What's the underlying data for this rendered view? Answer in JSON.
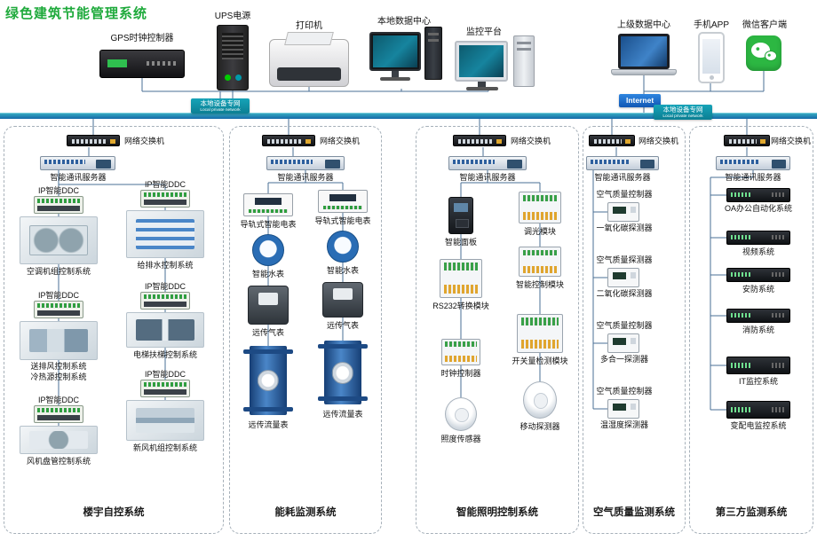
{
  "title": "绿色建筑节能管理系统",
  "top_devices": [
    {
      "label": "GPS时钟控制器"
    },
    {
      "label": "UPS电源"
    },
    {
      "label": "打印机"
    },
    {
      "label": "本地数据中心"
    },
    {
      "label": "监控平台"
    },
    {
      "label": "上级数据中心"
    },
    {
      "label": "手机APP"
    },
    {
      "label": "微信客户端"
    }
  ],
  "network": {
    "local_badge": {
      "cn": "本地设备专网",
      "en": "Local private network"
    },
    "internet_label": "Internet"
  },
  "shared": {
    "switch_label": "网络交换机",
    "server_label": "智能通讯服务器",
    "ddc_label": "IP智能DDC"
  },
  "columns": [
    {
      "footer": "楼宇自控系统",
      "left_groups": [
        {
          "labels": [
            "空调机组控制系统"
          ]
        },
        {
          "labels": [
            "送排风控制系统",
            "冷热源控制系统"
          ]
        },
        {
          "labels": [
            "风机盘管控制系统"
          ]
        }
      ],
      "right_groups": [
        {
          "labels": [
            "给排水控制系统"
          ]
        },
        {
          "labels": [
            "电梯扶梯控制系统"
          ]
        },
        {
          "labels": [
            "新风机组控制系统"
          ]
        }
      ]
    },
    {
      "footer": "能耗监测系统",
      "left_items": [
        "导轨式智能电表",
        "智能水表",
        "远传气表",
        "远传流量表"
      ],
      "right_items": [
        "导轨式智能电表",
        "智能水表",
        "远传气表",
        "远传流量表"
      ]
    },
    {
      "footer": "智能照明控制系统",
      "left_items": [
        "智能面板",
        "RS232转换模块",
        "时钟控制器",
        "照度传感器"
      ],
      "right_items": [
        "调光模块",
        "智能控制模块",
        "开关量检测模块",
        "移动探测器"
      ]
    },
    {
      "footer": "空气质量监测系统",
      "groups": [
        {
          "top": "空气质量控制器",
          "bottom": "一氧化碳探测器"
        },
        {
          "top": "空气质量探测器",
          "bottom": "二氧化碳探测器"
        },
        {
          "top": "空气质量控制器",
          "bottom": "多合一探测器"
        },
        {
          "top": "空气质量控制器",
          "bottom": "温湿度探测器"
        }
      ]
    },
    {
      "footer": "第三方监测系统",
      "items": [
        "OA办公自动化系统",
        "视频系统",
        "安防系统",
        "消防系统",
        "IT监控系统",
        "变配电监控系统"
      ]
    }
  ],
  "colors": {
    "title_green": "#1faa3c",
    "bus_teal": "#35a8c0",
    "bus_blue": "#1468a8",
    "badge_teal": "#0f8ba0",
    "internet_blue": "#1769c9",
    "wechat_green": "#2cb742"
  }
}
